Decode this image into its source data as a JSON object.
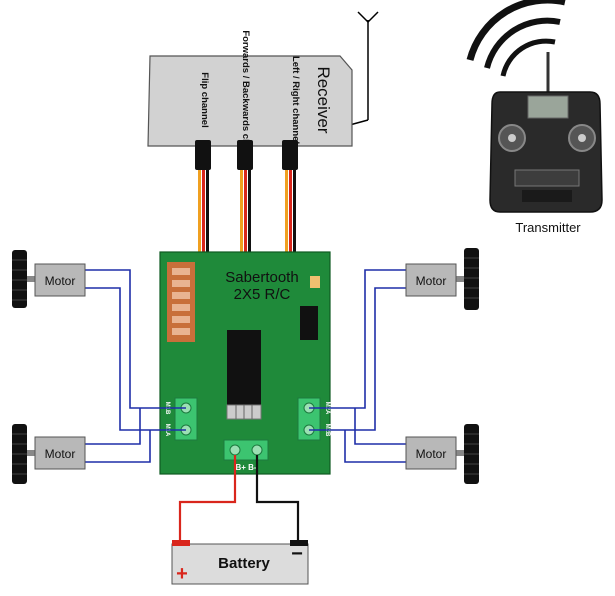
{
  "receiver": {
    "title": "Receiver",
    "channels": [
      "Left / Right channel",
      "Forwards / Backwards channel",
      "Flip channel"
    ]
  },
  "transmitter": {
    "label": "Transmitter"
  },
  "controller": {
    "name_line1": "Sabertooth",
    "name_line2": "2X5 R/C"
  },
  "terminals": {
    "left_labels": [
      "M1B",
      "M1A"
    ],
    "right_labels": [
      "M2A",
      "M2B"
    ],
    "power_labels": "B+  B-"
  },
  "motors": [
    "Motor",
    "Motor",
    "Motor",
    "Motor"
  ],
  "battery": {
    "label": "Battery",
    "plus": "+",
    "minus": "−"
  },
  "colors": {
    "board": "#1f8a3a",
    "wire_blue": "#1f2fa8",
    "wire_red": "#d9261c",
    "wire_black": "#111111",
    "servo_orange": "#f0a020",
    "dip_switch": "#c86f3a",
    "terminal_green": "#3cc470",
    "receiver_gray": "#d2d2d2"
  }
}
